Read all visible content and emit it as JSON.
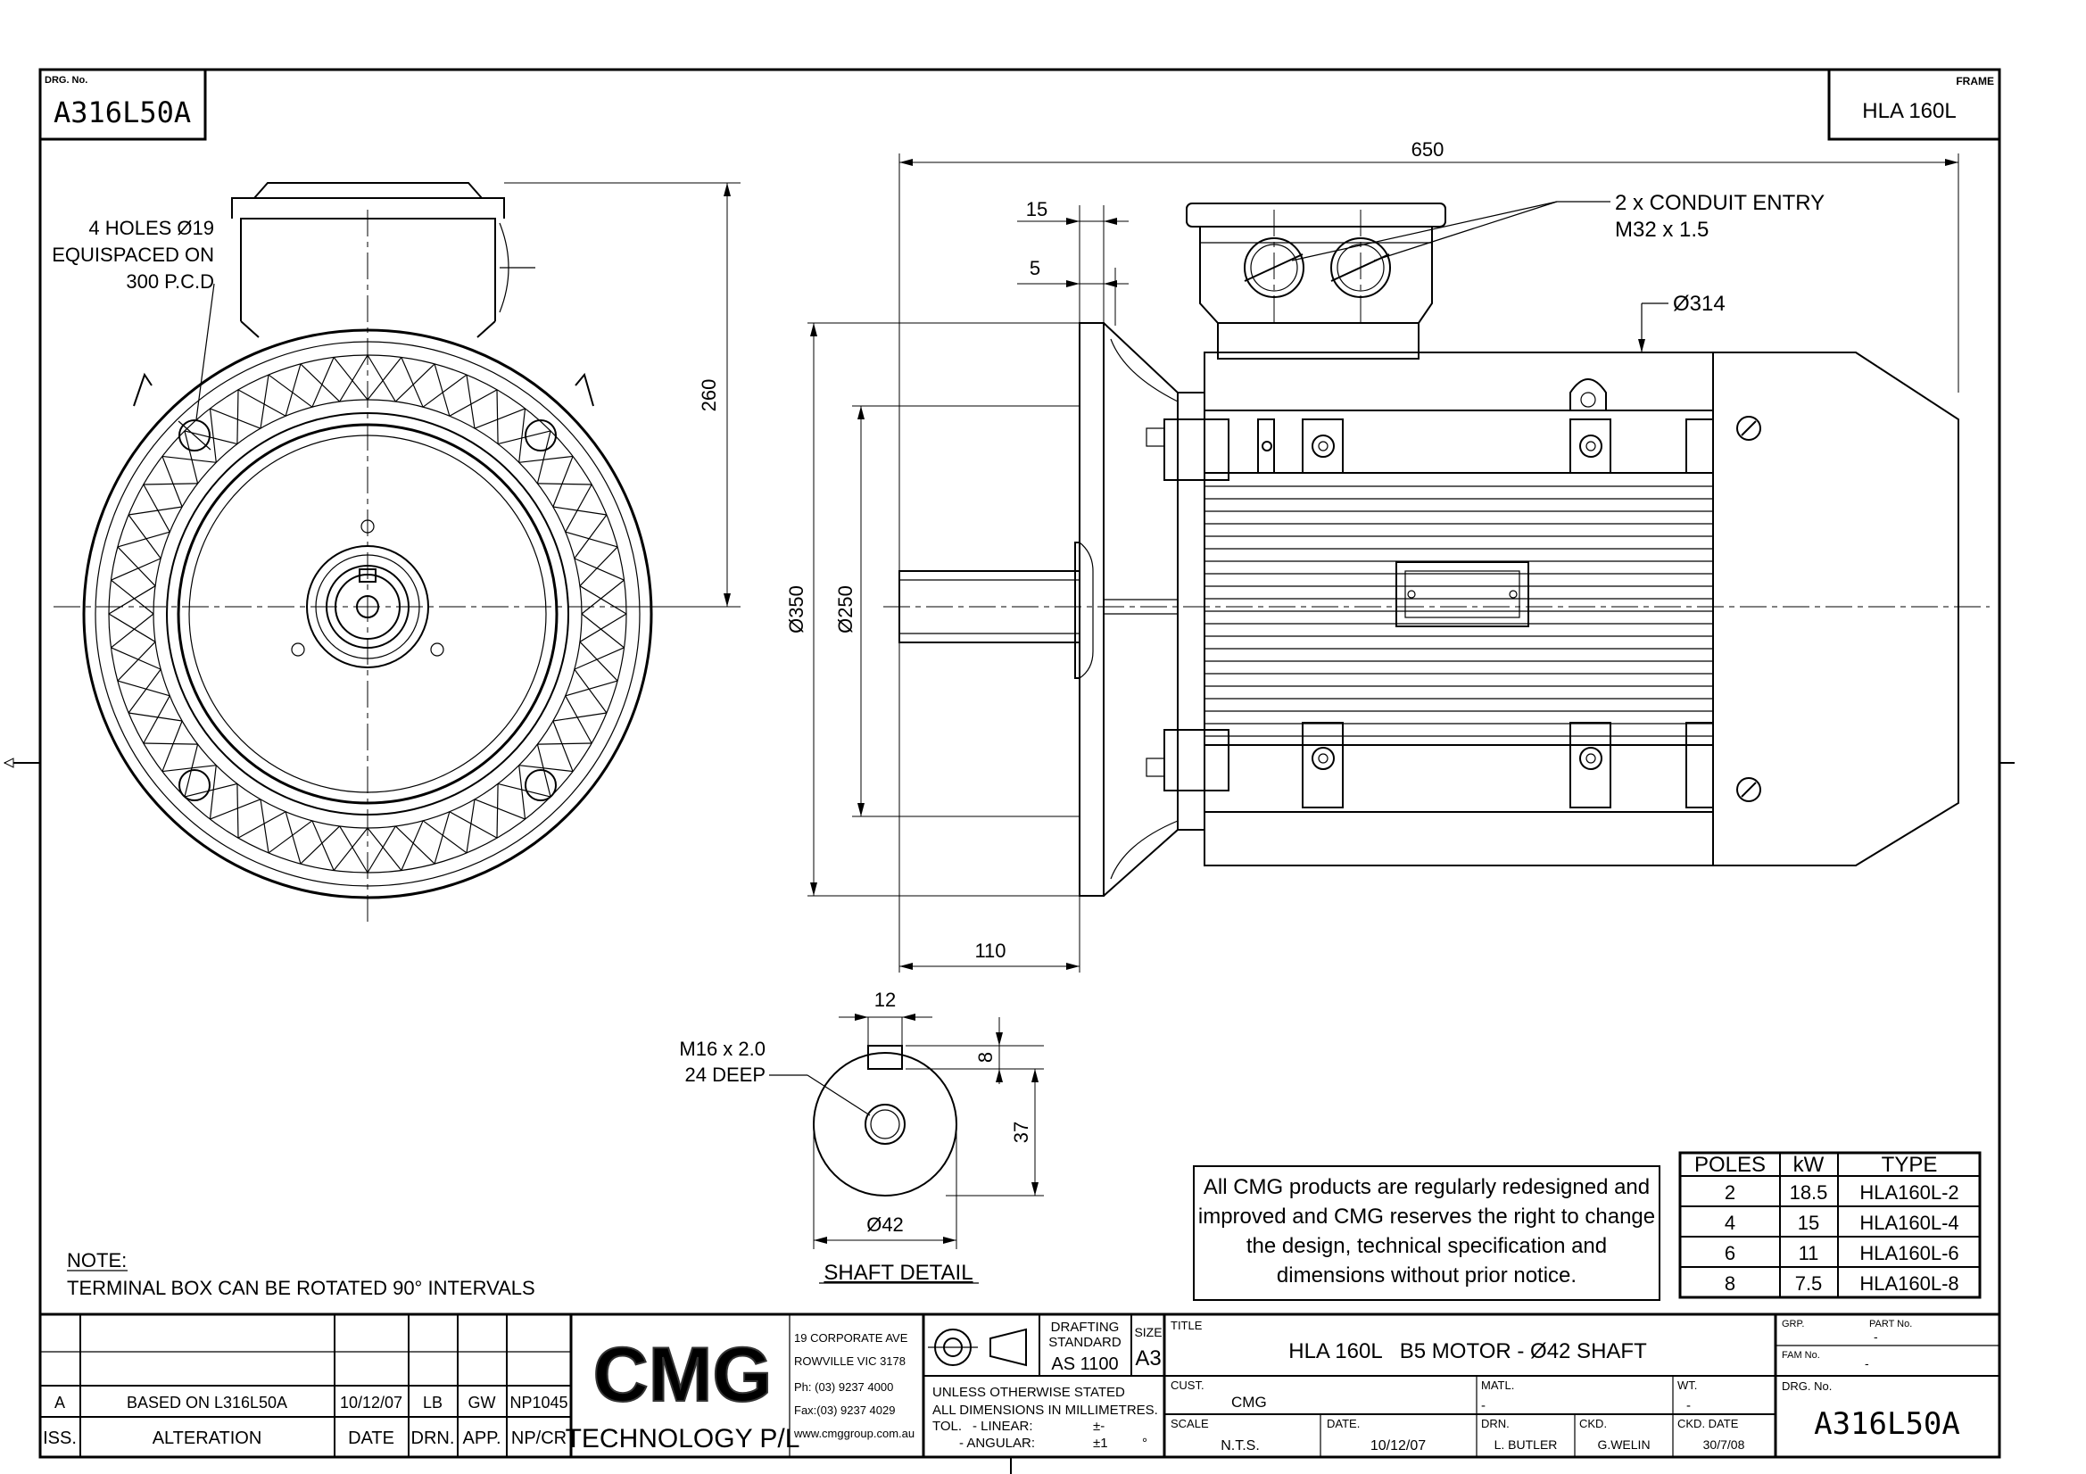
{
  "drawing": {
    "drg_no_label": "DRG. No.",
    "drg_no": "A316L50A",
    "frame_label": "FRAME",
    "frame": "HLA 160L"
  },
  "front_view": {
    "holes_note": [
      "4 HOLES Ø19",
      "EQUISPACED ON",
      "300 P.C.D"
    ],
    "height_dim": "260"
  },
  "side_view": {
    "overall_length": "650",
    "dim_15": "15",
    "dim_5": "5",
    "conduit_note": [
      "2 x CONDUIT ENTRY",
      "M32 x 1.5"
    ],
    "dia_314": "Ø314",
    "dia_350": "Ø350",
    "dia_250": "Ø250",
    "dim_110": "110"
  },
  "shaft_detail": {
    "key_width": "12",
    "thread_note": [
      "M16 x 2.0",
      "24 DEEP"
    ],
    "dim_8": "8",
    "dim_37": "37",
    "shaft_dia": "Ø42",
    "title": "SHAFT DETAIL"
  },
  "note": {
    "heading": "NOTE:",
    "text": "TERMINAL BOX CAN BE ROTATED 90° INTERVALS"
  },
  "disclaimer": [
    "All CMG products are regularly redesigned and",
    "improved and CMG reserves the right to change",
    "the design, technical specification and",
    "dimensions without prior notice."
  ],
  "type_table": {
    "headers": [
      "POLES",
      "kW",
      "TYPE"
    ],
    "rows": [
      [
        "2",
        "18.5",
        "HLA160L-2"
      ],
      [
        "4",
        "15",
        "HLA160L-4"
      ],
      [
        "6",
        "11",
        "HLA160L-6"
      ],
      [
        "8",
        "7.5",
        "HLA160L-8"
      ]
    ]
  },
  "revisions": {
    "headers": [
      "ISS.",
      "ALTERATION",
      "DATE",
      "DRN.",
      "APP.",
      "NP/CR"
    ],
    "rows": [
      [
        "A",
        "BASED ON L316L50A",
        "10/12/07",
        "LB",
        "GW",
        "NP1045"
      ]
    ]
  },
  "company": {
    "logo": "CMG",
    "name": "TECHNOLOGY P/L",
    "address": [
      "19 CORPORATE AVE",
      "ROWVILLE VIC 3178",
      "Ph: (03) 9237 4000",
      "Fax:(03) 9237 4029",
      "www.cmggroup.com.au"
    ]
  },
  "standards": {
    "drafting_label": "DRAFTING",
    "standard_label": "STANDARD",
    "standard": "AS 1100",
    "size_label": "SIZE",
    "size": "A3",
    "tolerance_lines": [
      "UNLESS OTHERWISE STATED",
      "ALL DIMENSIONS IN MILLIMETRES."
    ],
    "tol_label": "TOL.",
    "linear_label": "- LINEAR:",
    "linear_value": "±-",
    "angular_label": "- ANGULAR:",
    "angular_value": "±1",
    "angular_unit": "°"
  },
  "title_block": {
    "title_label": "TITLE",
    "title": "HLA 160L   B5 MOTOR - Ø42 SHAFT",
    "grp_label": "GRP.",
    "grp": "-",
    "part_no_label": "PART No.",
    "part_no": "-",
    "fam_no_label": "FAM No.",
    "fam_no": "-",
    "cust_label": "CUST.",
    "cust": "CMG",
    "matl_label": "MATL.",
    "matl": "-",
    "wt_label": "WT.",
    "wt": "-",
    "drg_no_label": "DRG. No.",
    "drg_no": "A316L50A",
    "scale_label": "SCALE",
    "scale": "N.T.S.",
    "date_label": "DATE.",
    "date": "10/12/07",
    "drn_label": "DRN.",
    "drn": "L. BUTLER",
    "ckd_label": "CKD.",
    "ckd": "G.WELIN",
    "ckd_date_label": "CKD. DATE",
    "ckd_date": "30/7/08"
  }
}
